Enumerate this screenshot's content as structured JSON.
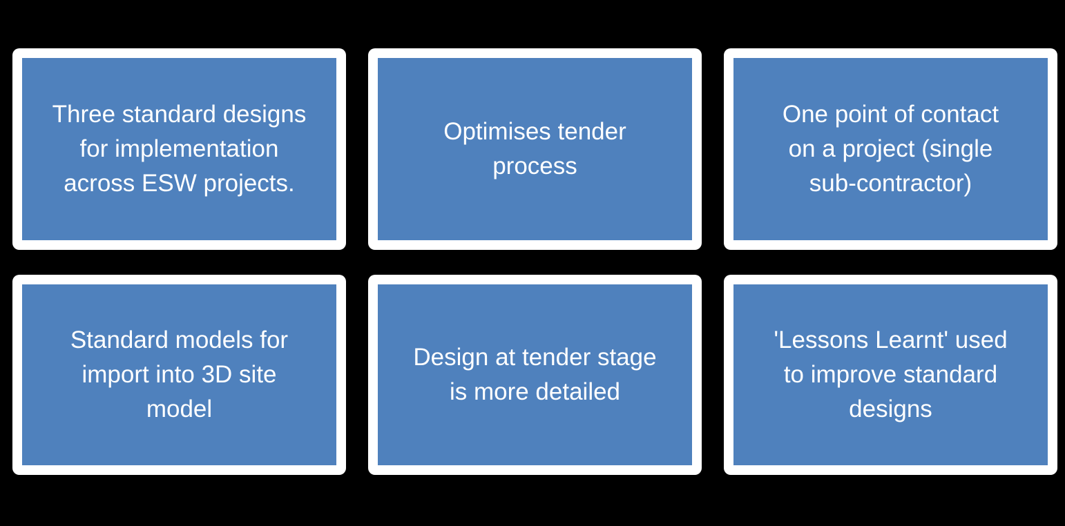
{
  "colors": {
    "background": "#000000",
    "box_fill": "#4F81BD",
    "box_frame": "#FFFFFF",
    "text": "#FFFFFF"
  },
  "diagram": {
    "type": "benefits-grid",
    "rows": 2,
    "columns": 3,
    "boxes": [
      {
        "text": "Three standard designs\nfor implementation\nacross ESW projects."
      },
      {
        "text": "Optimises tender\nprocess"
      },
      {
        "text": "One point of contact\non a project (single\nsub-contractor)"
      },
      {
        "text": "Standard models for\nimport into 3D site\nmodel"
      },
      {
        "text": "Design at tender stage\nis more detailed"
      },
      {
        "text": "'Lessons Learnt' used\nto improve standard\ndesigns"
      }
    ]
  }
}
